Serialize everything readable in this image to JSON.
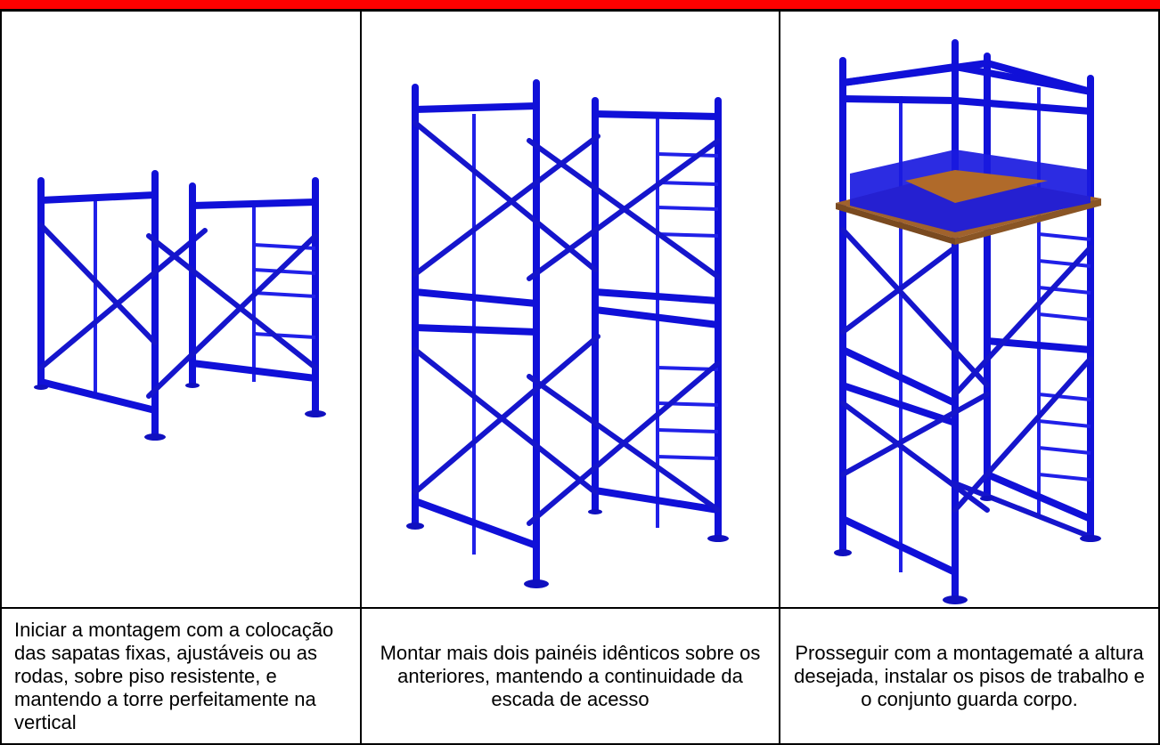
{
  "steps": [
    {
      "caption": "Iniciar a montagem com a colocação das sapatas fixas, ajustáveis ou as rodas, sobre piso resistente, e mantendo a torre perfeitamente na vertical"
    },
    {
      "caption": "Montar mais dois painéis idênticos sobre os anteriores, mantendo a continuidade da escada de acesso"
    },
    {
      "caption": "Prosseguir com a montagematé a altura desejada, instalar os pisos de trabalho e o conjunto guarda corpo."
    }
  ],
  "colors": {
    "header_bar": "#ff0000",
    "scaffold": "#1a1ae6",
    "platform": "#a0622d",
    "guard": "#1010d8"
  }
}
